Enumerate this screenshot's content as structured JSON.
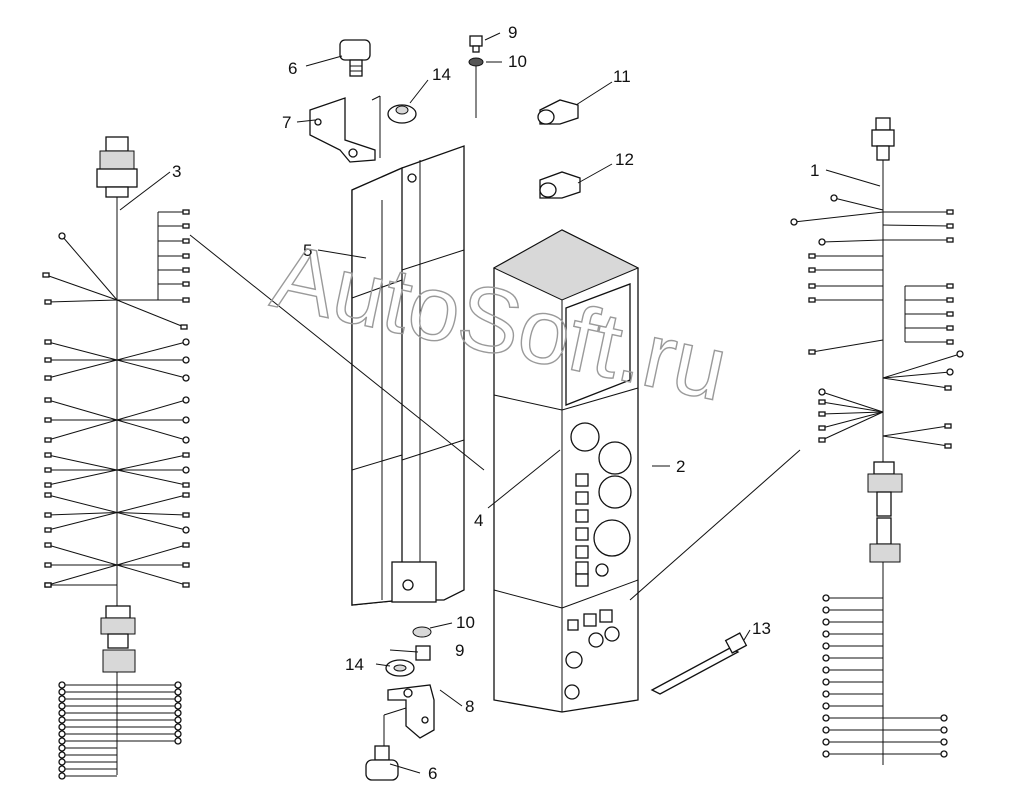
{
  "watermark": "AutoSoft.ru",
  "callouts": [
    {
      "id": "c1",
      "text": "1"
    },
    {
      "id": "c2",
      "text": "2"
    },
    {
      "id": "c3",
      "text": "3"
    },
    {
      "id": "c4",
      "text": "4"
    },
    {
      "id": "c5",
      "text": "5"
    },
    {
      "id": "c6a",
      "text": "6"
    },
    {
      "id": "c6b",
      "text": "6"
    },
    {
      "id": "c7",
      "text": "7"
    },
    {
      "id": "c8",
      "text": "8"
    },
    {
      "id": "c9a",
      "text": "9"
    },
    {
      "id": "c9b",
      "text": "9"
    },
    {
      "id": "c10a",
      "text": "10"
    },
    {
      "id": "c10b",
      "text": "10"
    },
    {
      "id": "c11",
      "text": "11"
    },
    {
      "id": "c12",
      "text": "12"
    },
    {
      "id": "c13",
      "text": "13"
    },
    {
      "id": "c14a",
      "text": "14"
    },
    {
      "id": "c14b",
      "text": "14"
    }
  ],
  "icons": [
    "wiring-harness-icon",
    "instrument-panel-icon",
    "cover-housing-icon",
    "bracket-icon",
    "knob-screw-icon",
    "bolt-icon",
    "washer-icon",
    "bulb-socket-icon",
    "cable-tie-icon"
  ]
}
